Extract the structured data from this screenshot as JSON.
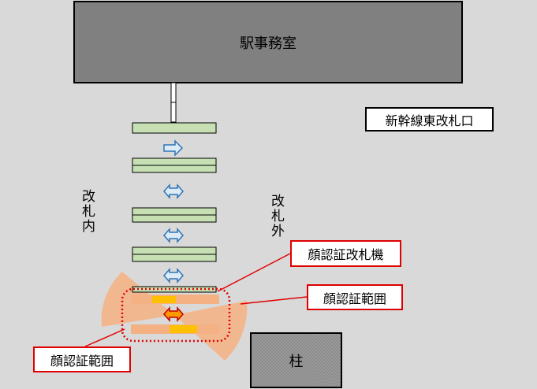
{
  "labels": {
    "station_office": "駅事務室",
    "gate_name": "新幹線東改札口",
    "inside_gate": "改札内",
    "outside_gate": "改札外",
    "face_gate_machine": "顔認証改札機",
    "face_range_right": "顔認証範囲",
    "face_range_left": "顔認証範囲",
    "pillar": "柱"
  },
  "colors": {
    "background": "#d9d9d9",
    "office": "#808080",
    "gate_green": "#c6e0b4",
    "gate_orange": "#f4b183",
    "gate_yellow": "#ffc000",
    "arrow_blue": "#ddebf7",
    "arrow_orange": "#ff9900",
    "range_fan": "#f4b183",
    "callout_border": "#e00000"
  },
  "icons": {
    "flow_arrow": "double-arrow-icon",
    "one_way_arrow": "right-arrow-icon"
  }
}
